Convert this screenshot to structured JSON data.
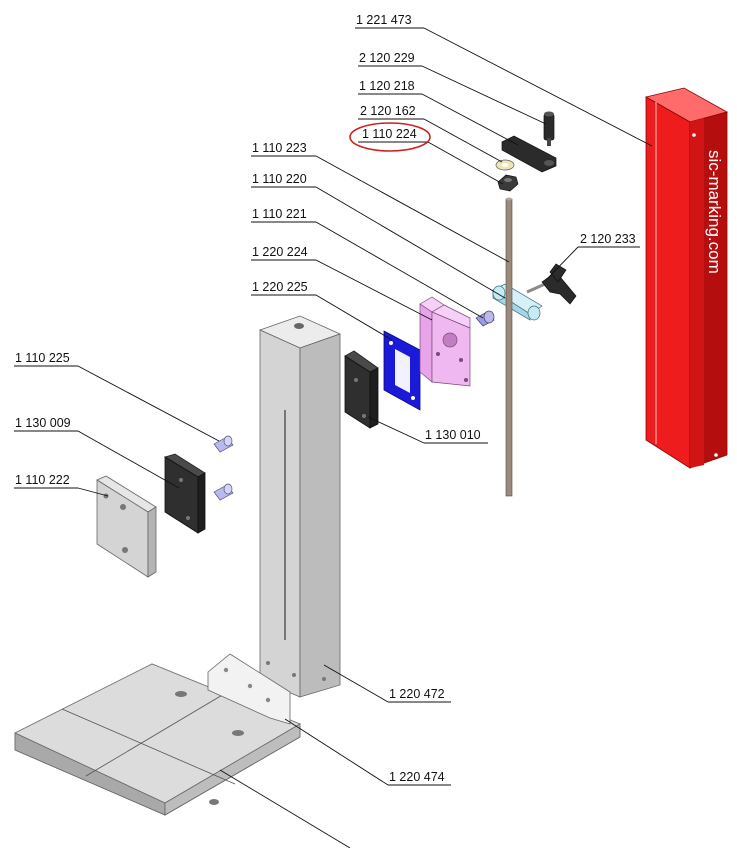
{
  "labels": {
    "p1221473": "1 221 473",
    "p2120229": "2 120 229",
    "p1120218": "1 120 218",
    "p2120162": "2 120 162",
    "p1110224": "1 110 224",
    "p1110223": "1 110 223",
    "p1110220": "1 110 220",
    "p1110221": "1 110 221",
    "p2120233": "2 120 233",
    "p1220224": "1 220 224",
    "p1220225": "1 220 225",
    "p1110225": "1 110 225",
    "p1130009": "1 130 009",
    "p1110222": "1 110 222",
    "p1130010": "1 130 010",
    "p1220472": "1 220 472",
    "p1220474": "1 220 474"
  },
  "cover_text": "sic-marking.com",
  "highlighted_part": "1 110 224",
  "colors": {
    "highlight_ellipse": "#d0201e",
    "cover_red": "#ee1c1c",
    "cover_red_dark": "#b50e0e",
    "plate_pink": "#f0b8f0",
    "seal_blue": "#1a1ad8",
    "pin_lavender": "#b9b9ee",
    "bushing_cyan": "#b8e4f2",
    "rod_brown": "#9a8a7c",
    "steel_grey": "#d2d2d2",
    "dark_part": "#2b2b2b"
  }
}
